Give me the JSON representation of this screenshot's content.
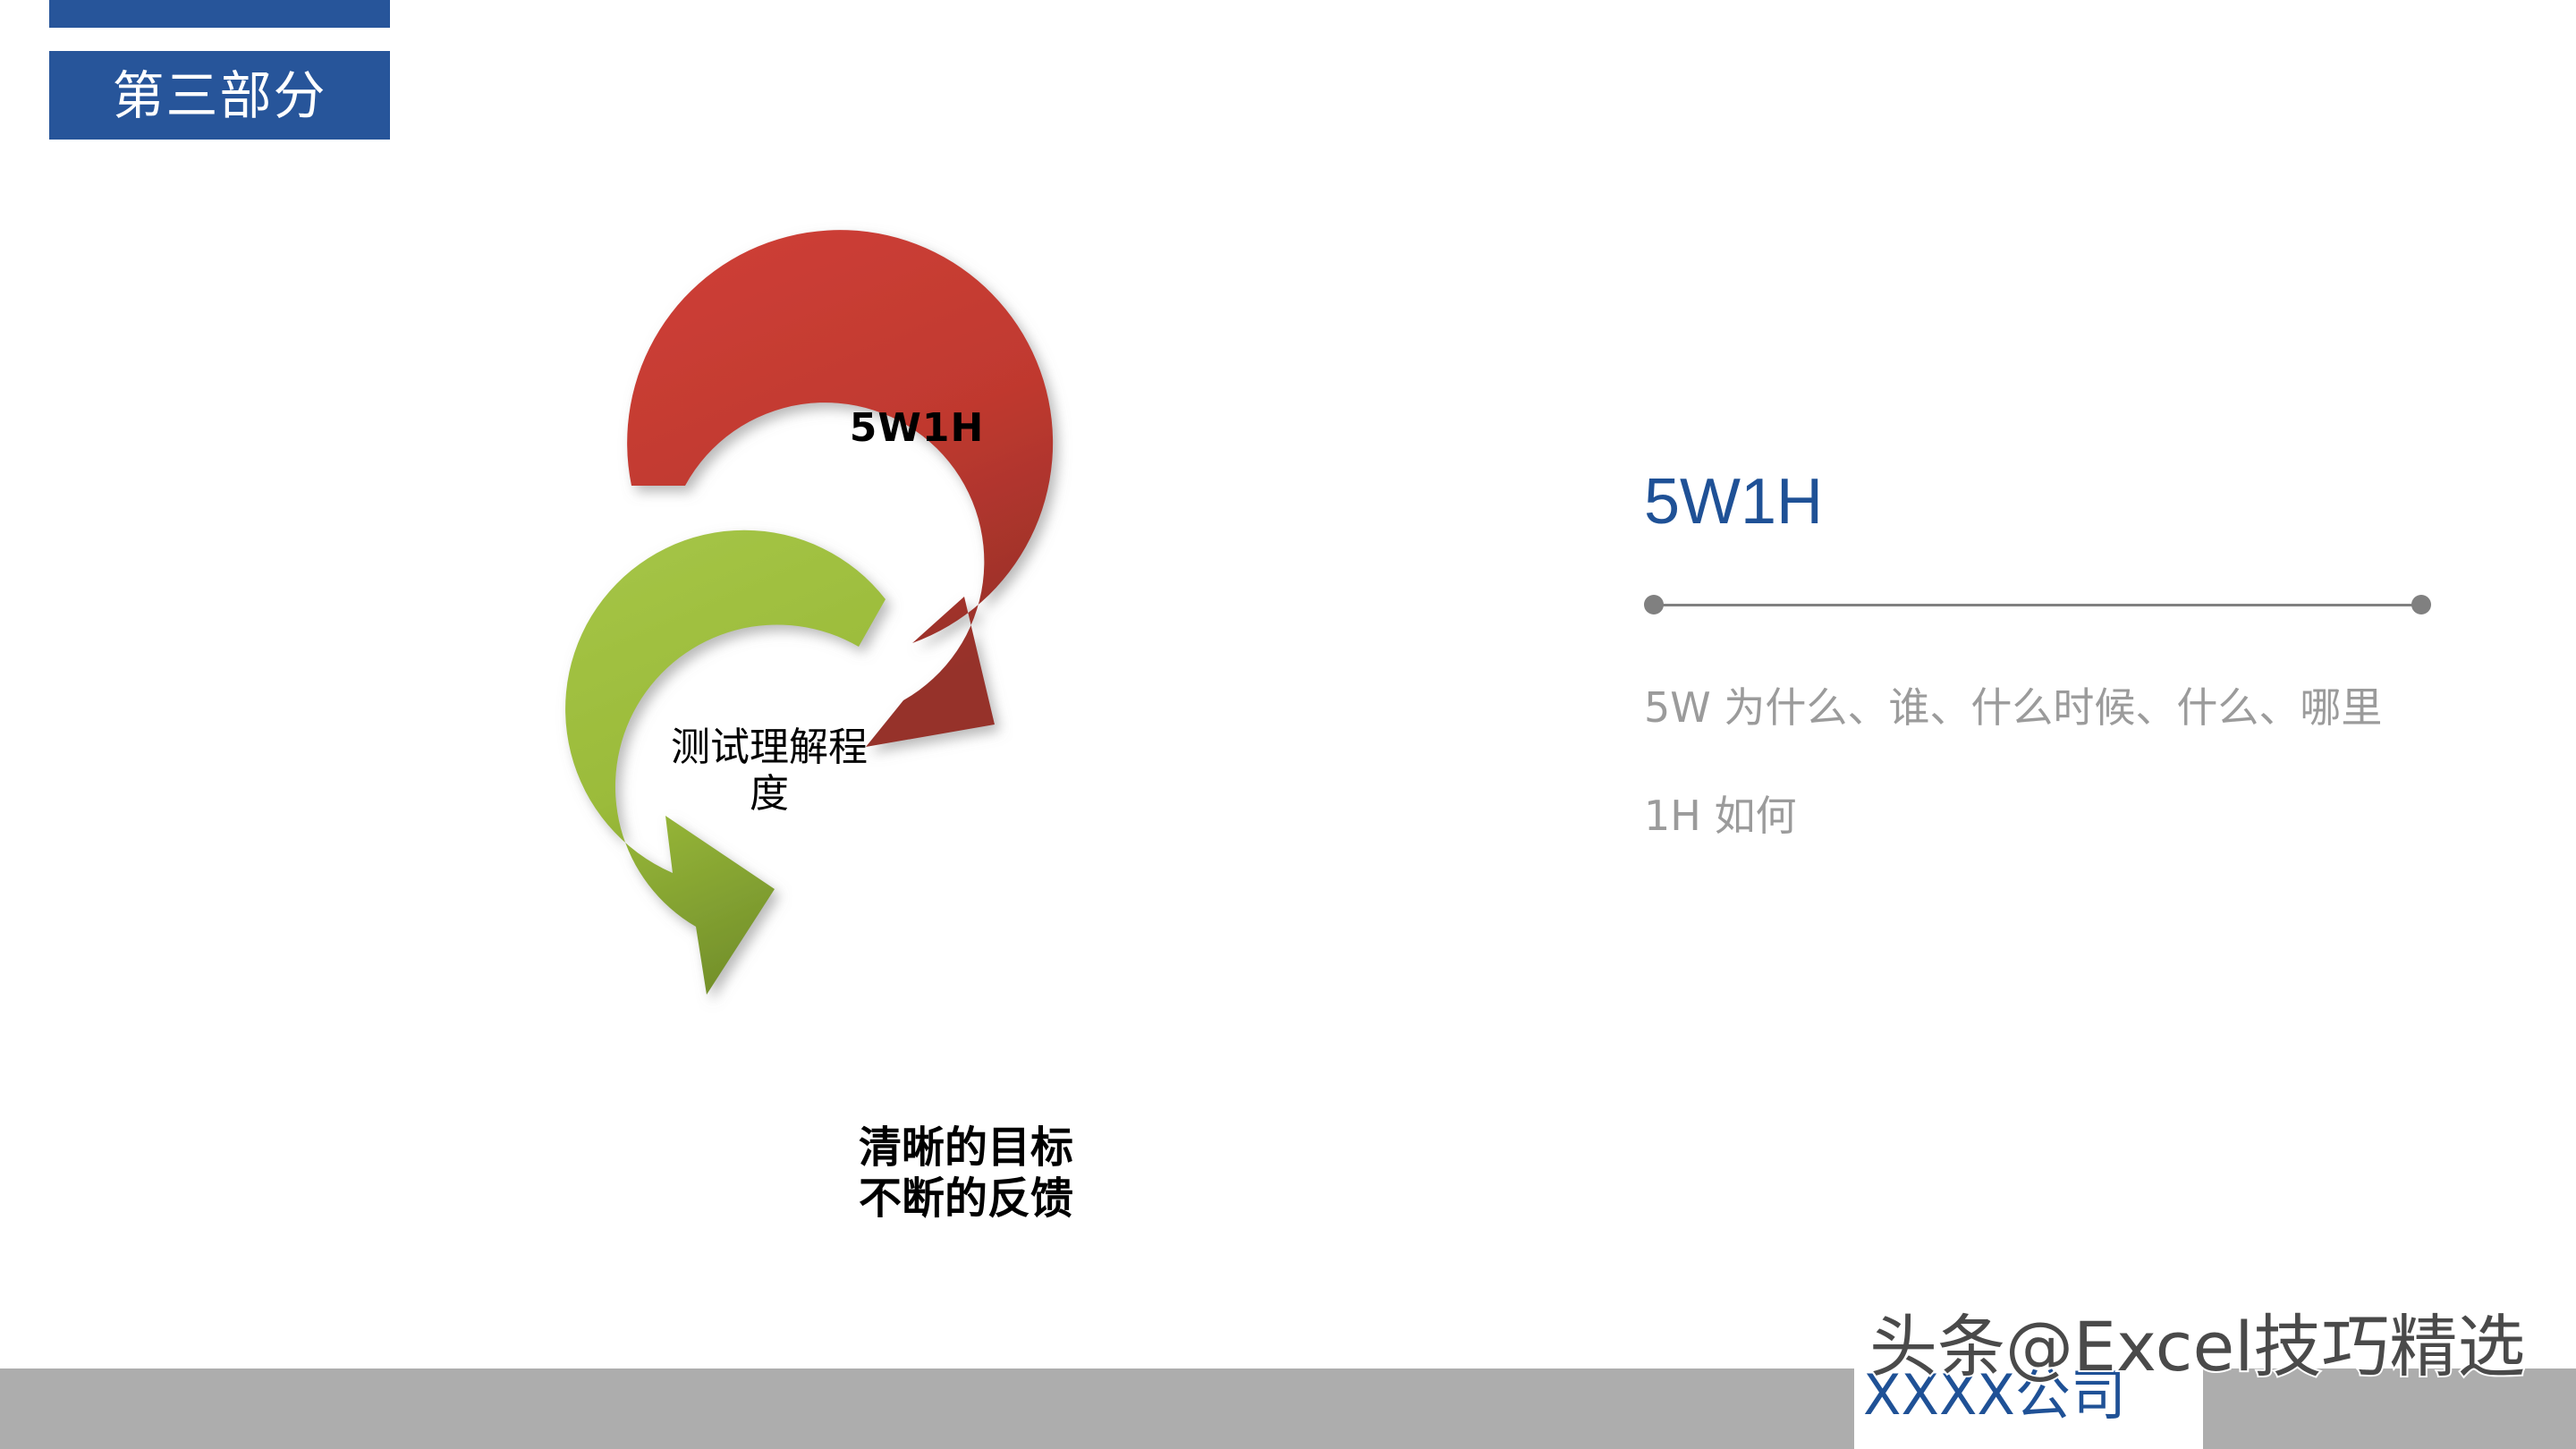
{
  "slide": {
    "background_color": "#ffffff",
    "accent_blue": "#27559a"
  },
  "header": {
    "section_label": "第三部分",
    "bar_color": "#27559a",
    "text_color": "#ffffff"
  },
  "diagram": {
    "type": "three-interlocking-circular-arrows",
    "nodes": [
      {
        "id": "red",
        "label": "5W1H",
        "color": "#c0392f",
        "color_dark": "#8d2a24",
        "position": "top"
      },
      {
        "id": "green",
        "label": "测试理解程\n度",
        "color": "#9bbb3a",
        "color_dark": "#6f8a28",
        "position": "middle-left"
      },
      {
        "id": "purple",
        "label": "清晰的目标\n不断的反馈",
        "color": "#8064a2",
        "color_dark": "#5b4480",
        "position": "bottom"
      }
    ]
  },
  "panel": {
    "title": "5W1H",
    "title_color": "#1f5196",
    "divider_color": "#808080",
    "body_color": "#9b9b9b",
    "paragraphs": [
      "5W 为什么、谁、什么时候、什么、哪里",
      "1H 如何"
    ]
  },
  "footer": {
    "bar_color": "#adadad",
    "company": "XXXX公司",
    "company_color": "#1f5196",
    "watermark": "头条@Excel技巧精选"
  }
}
